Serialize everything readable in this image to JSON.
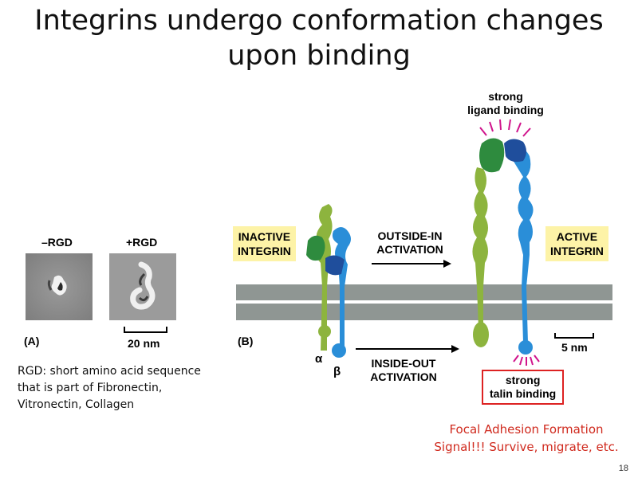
{
  "slide": {
    "title_line1": "Integrins undergo conformation changes",
    "title_line2": "upon binding",
    "slide_number": "18"
  },
  "panel_a": {
    "label": "(A)",
    "minus_rgd": "–RGD",
    "plus_rgd": "+RGD",
    "scale_bar": "20 nm"
  },
  "panel_b": {
    "label": "(B)",
    "inactive_line1": "INACTIVE",
    "inactive_line2": "INTEGRIN",
    "active_line1": "ACTIVE",
    "active_line2": "INTEGRIN",
    "outside_in_line1": "OUTSIDE-IN",
    "outside_in_line2": "ACTIVATION",
    "inside_out_line1": "INSIDE-OUT",
    "inside_out_line2": "ACTIVATION",
    "strong_ligand_line1": "strong",
    "strong_ligand_line2": "ligand binding",
    "strong_talin_line1": "strong",
    "strong_talin_line2": "talin binding",
    "alpha": "α",
    "beta": "β",
    "scale_bar": "5 nm"
  },
  "notes": {
    "rgd_line1": "RGD: short amino acid sequence",
    "rgd_line2": "that is part of Fibronectin,",
    "rgd_line3": "Vitronectin, Collagen",
    "focal_line1": "Focal Adhesion Formation",
    "focal_line2": "Signal!!!  Survive, migrate, etc."
  },
  "colors": {
    "alpha_green": "#8db43e",
    "alpha_dark": "#2e8b3e",
    "beta_blue": "#2a8ed8",
    "beta_dark": "#1f4e9c",
    "membrane": "#8f9693",
    "label_box": "#fdf3a7",
    "accent_red": "#d02a1e",
    "ray_magenta": "#d0148c"
  }
}
